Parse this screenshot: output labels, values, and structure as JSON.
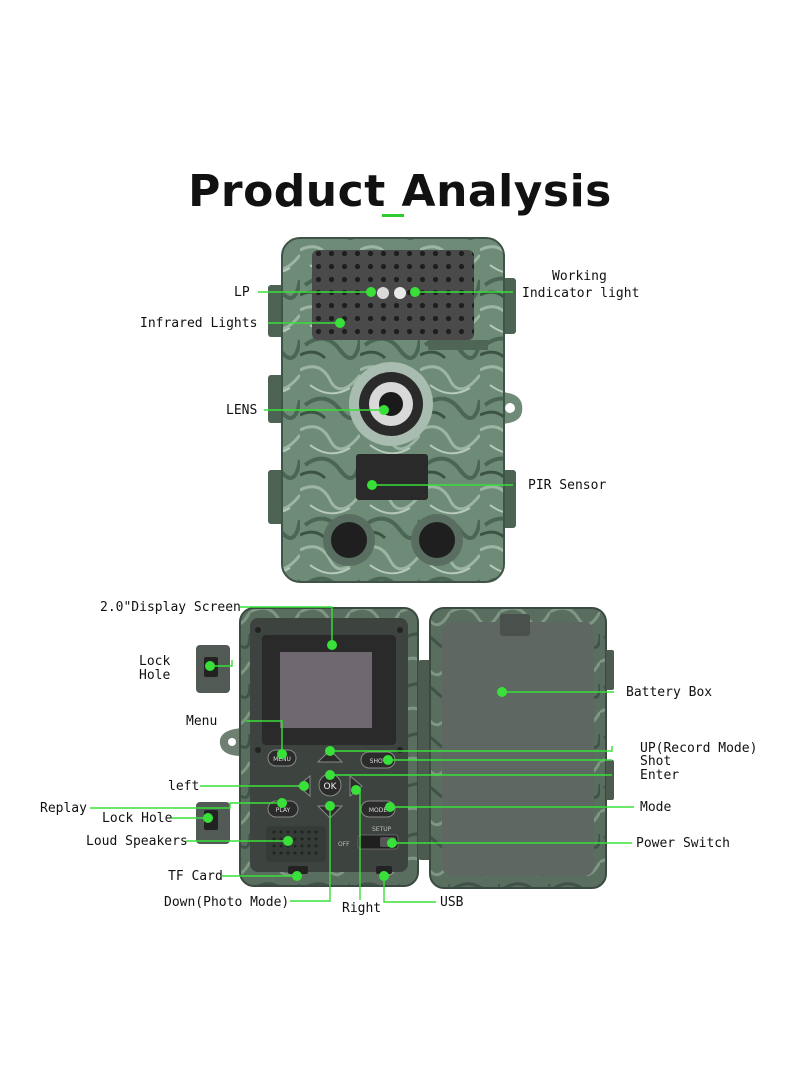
{
  "title": "Product Analysis",
  "colors": {
    "accent": "#39e039",
    "camo_dark": "#3f5a48",
    "camo_light": "#7d9a86",
    "body_dark": "#3c443f",
    "screen": "#6f6870"
  },
  "labels": {
    "lp": "LP",
    "working_line1": "Working",
    "working_line2": "Indicator light",
    "infrared": "Infrared Lights",
    "lens": "LENS",
    "pir": "PIR Sensor",
    "display": "2.0\"Display Screen",
    "lockhole_top_line1": "Lock",
    "lockhole_top_line2": "Hole",
    "battery": "Battery Box",
    "menu": "Menu",
    "up": "UP(Record Mode)",
    "shot": "Shot",
    "enter": "Enter",
    "left": "left",
    "mode": "Mode",
    "replay": "Replay",
    "lockhole_bottom": "Lock Hole",
    "speakers": "Loud Speakers",
    "power": "Power Switch",
    "tfcard": "TF Card",
    "down": "Down(Photo Mode)",
    "right": "Right",
    "usb": "USB"
  },
  "buttons": {
    "menu": "MENU",
    "shot": "SHOT",
    "ok": "OK",
    "replay": "PLAY",
    "mode": "MODE",
    "setup": "SETUP",
    "off": "OFF"
  }
}
